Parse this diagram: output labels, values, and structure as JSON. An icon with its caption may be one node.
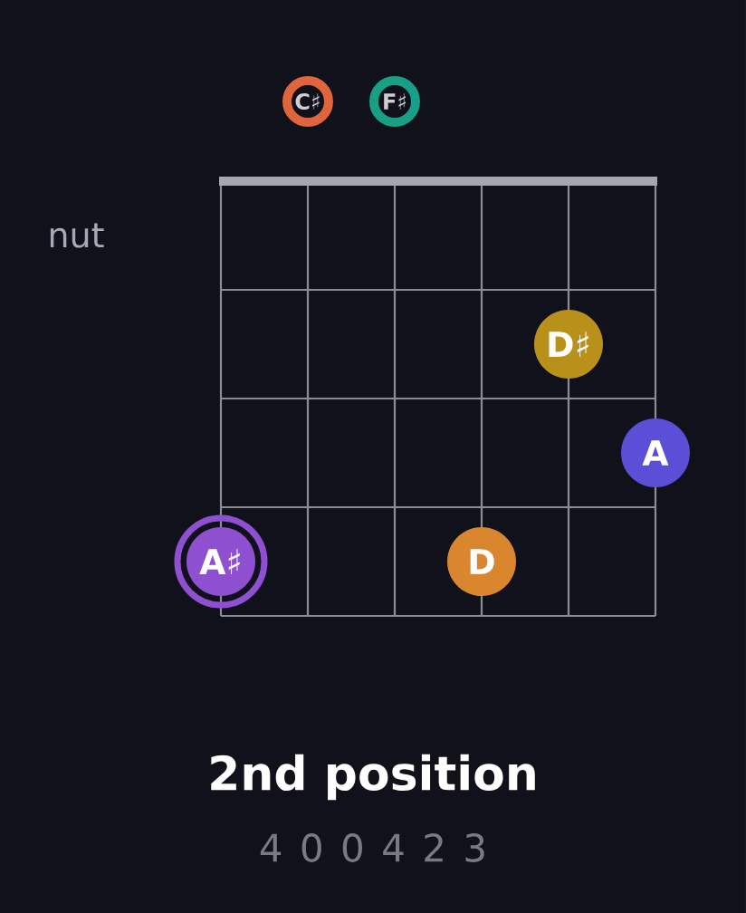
{
  "diagram": {
    "title": "2nd position",
    "nodes": [
      {
        "text": [
          "C♯"
        ]
      },
      {
        "text": [
          "F♯"
        ]
      },
      {
        "text": [
          "D♯"
        ]
      },
      {
        "text": [
          "A"
        ]
      },
      {
        "text": [
          "A♯"
        ]
      },
      {
        "text": [
          "D"
        ]
      }
    ],
    "labels": [
      "nut",
      "4 0 0 4 2 3"
    ]
  }
}
